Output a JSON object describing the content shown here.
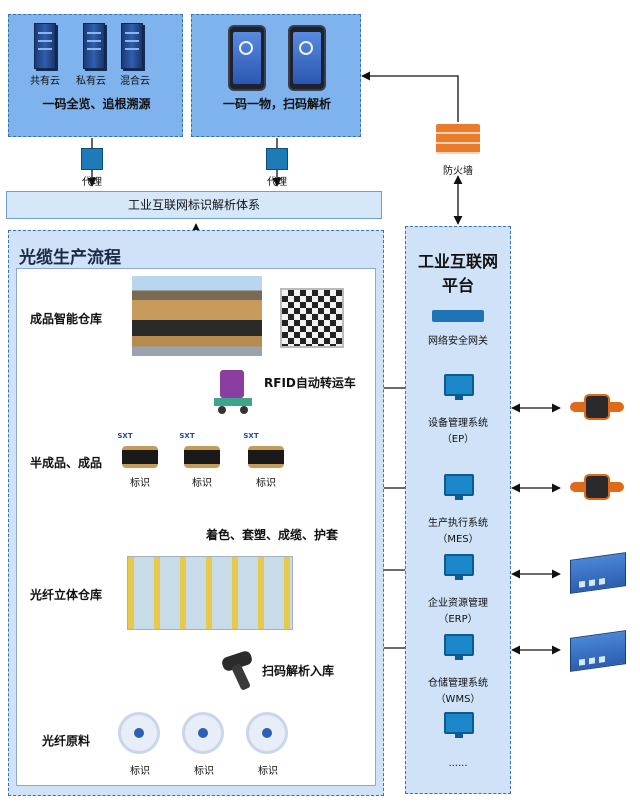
{
  "top_left": {
    "clouds": [
      "共有云",
      "私有云",
      "混合云"
    ],
    "title": "一码全览、追根溯源"
  },
  "top_right": {
    "title": "一码一物，扫码解析"
  },
  "proxy_label": "代理",
  "firewall_label": "防火墙",
  "resolution_bar": "工业互联网标识解析体系",
  "process": {
    "title": "光缆生产流程",
    "stages": {
      "warehouse_finished": "成品智能仓库",
      "semi_finished": "半成品、成品",
      "fiber_warehouse": "光纤立体仓库",
      "raw_fiber": "光纤原料"
    },
    "steps": {
      "rfid": "RFID自动转运车",
      "processing": "着色、套塑、成缆、护套",
      "scan_in": "扫码解析入库"
    },
    "tag": "标识",
    "reel_brand": "SXT"
  },
  "platform": {
    "title_line1": "工业互联网",
    "title_line2": "平台",
    "gateway": "网络安全网关",
    "systems": [
      {
        "name": "设备管理系统",
        "abbr": "（EP）"
      },
      {
        "name": "生产执行系统",
        "abbr": "（MES）"
      },
      {
        "name": "企业资源管理",
        "abbr": "（ERP）"
      },
      {
        "name": "仓储管理系统",
        "abbr": "（WMS）"
      }
    ],
    "more": "......"
  },
  "colors": {
    "box_blue": "#7fb3ee",
    "panel_blue": "#cfe2f8",
    "bar_blue": "#d6e7fa",
    "dash": "#3b6fb8",
    "accent_orange": "#e06a1c"
  }
}
